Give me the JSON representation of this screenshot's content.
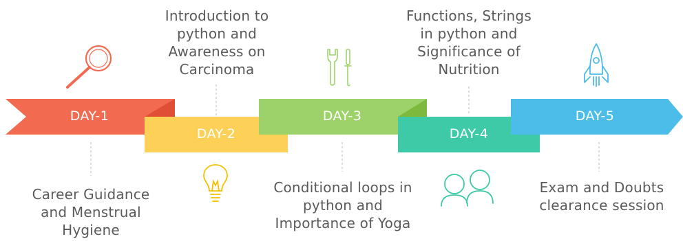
{
  "days": [
    {
      "label": "DAY-1",
      "color": "#f26a50",
      "dark": "#e04e35",
      "description": "Career Guidance\nand Menstrual\nHygiene",
      "icon": "magnifier-icon"
    },
    {
      "label": "DAY-2",
      "color": "#fdd057",
      "dark": "#f5b400",
      "description": "Introduction to\npython and\nAwareness on\nCarcinoma",
      "icon": "lightbulb-icon"
    },
    {
      "label": "DAY-3",
      "color": "#9dd26a",
      "dark": "#7cb93c",
      "description": "Conditional loops in\npython and\nImportance of Yoga",
      "icon": "tools-icon"
    },
    {
      "label": "DAY-4",
      "color": "#3ec9a7",
      "dark": "#2aa88b",
      "description": "Functions, Strings\nin python and\nSignificance of\nNutrition",
      "icon": "people-icon"
    },
    {
      "label": "DAY-5",
      "color": "#4cbce8",
      "dark": "#2e9fd0",
      "description": "Exam and Doubts\nclearance session",
      "icon": "rocket-icon"
    }
  ]
}
